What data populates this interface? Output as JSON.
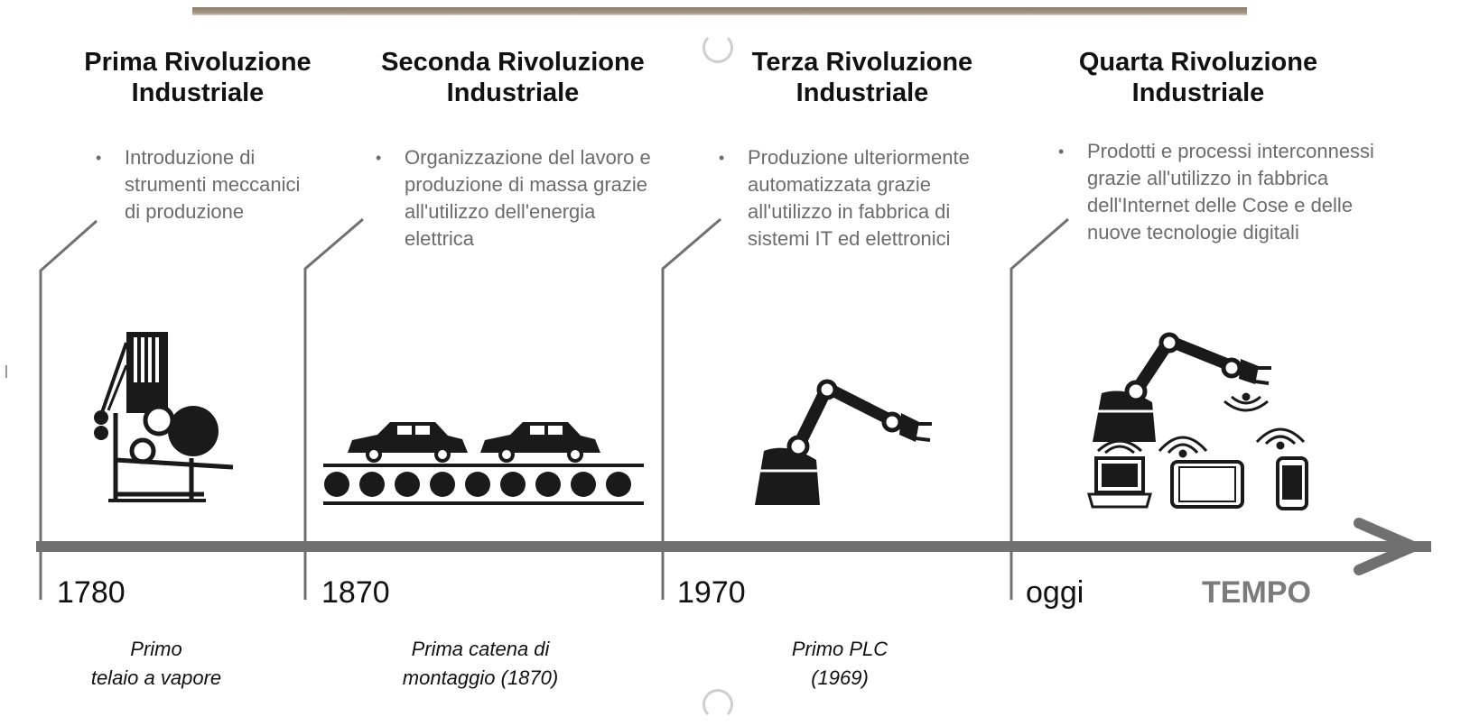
{
  "revolutions": [
    {
      "title": "Prima Rivoluzione Industriale",
      "description": "Introduzione di strumenti meccanici di produzione",
      "year": "1780",
      "caption_line1": "Primo",
      "caption_line2": "telaio a vapore",
      "icon": "steam-loom-icon"
    },
    {
      "title": "Seconda Rivoluzione Industriale",
      "description": "Organizzazione del lavoro e produzione di massa grazie all'utilizzo dell'energia elettrica",
      "year": "1870",
      "caption_line1": "Prima catena di",
      "caption_line2": "montaggio (1870)",
      "icon": "assembly-line-cars-icon"
    },
    {
      "title": "Terza Rivoluzione Industriale",
      "description": "Produzione ulteriormente automatizzata grazie all'utilizzo in fabbrica di sistemi IT ed elettronici",
      "year": "1970",
      "caption_line1": "Primo PLC",
      "caption_line2": "(1969)",
      "icon": "robotic-arm-icon"
    },
    {
      "title": "Quarta Rivoluzione Industriale",
      "description": "Prodotti e processi interconnessi grazie all'utilizzo in fabbrica dell'Internet delle Cose e delle nuove tecnologie digitali",
      "year": "oggi",
      "icon": "connected-robot-devices-icon"
    }
  ],
  "axis_label": "TEMPO",
  "colors": {
    "timeline": "#707070",
    "icon": "#1a1a1a",
    "description_text": "#6c6c6c",
    "rule": "#8c7b68"
  }
}
